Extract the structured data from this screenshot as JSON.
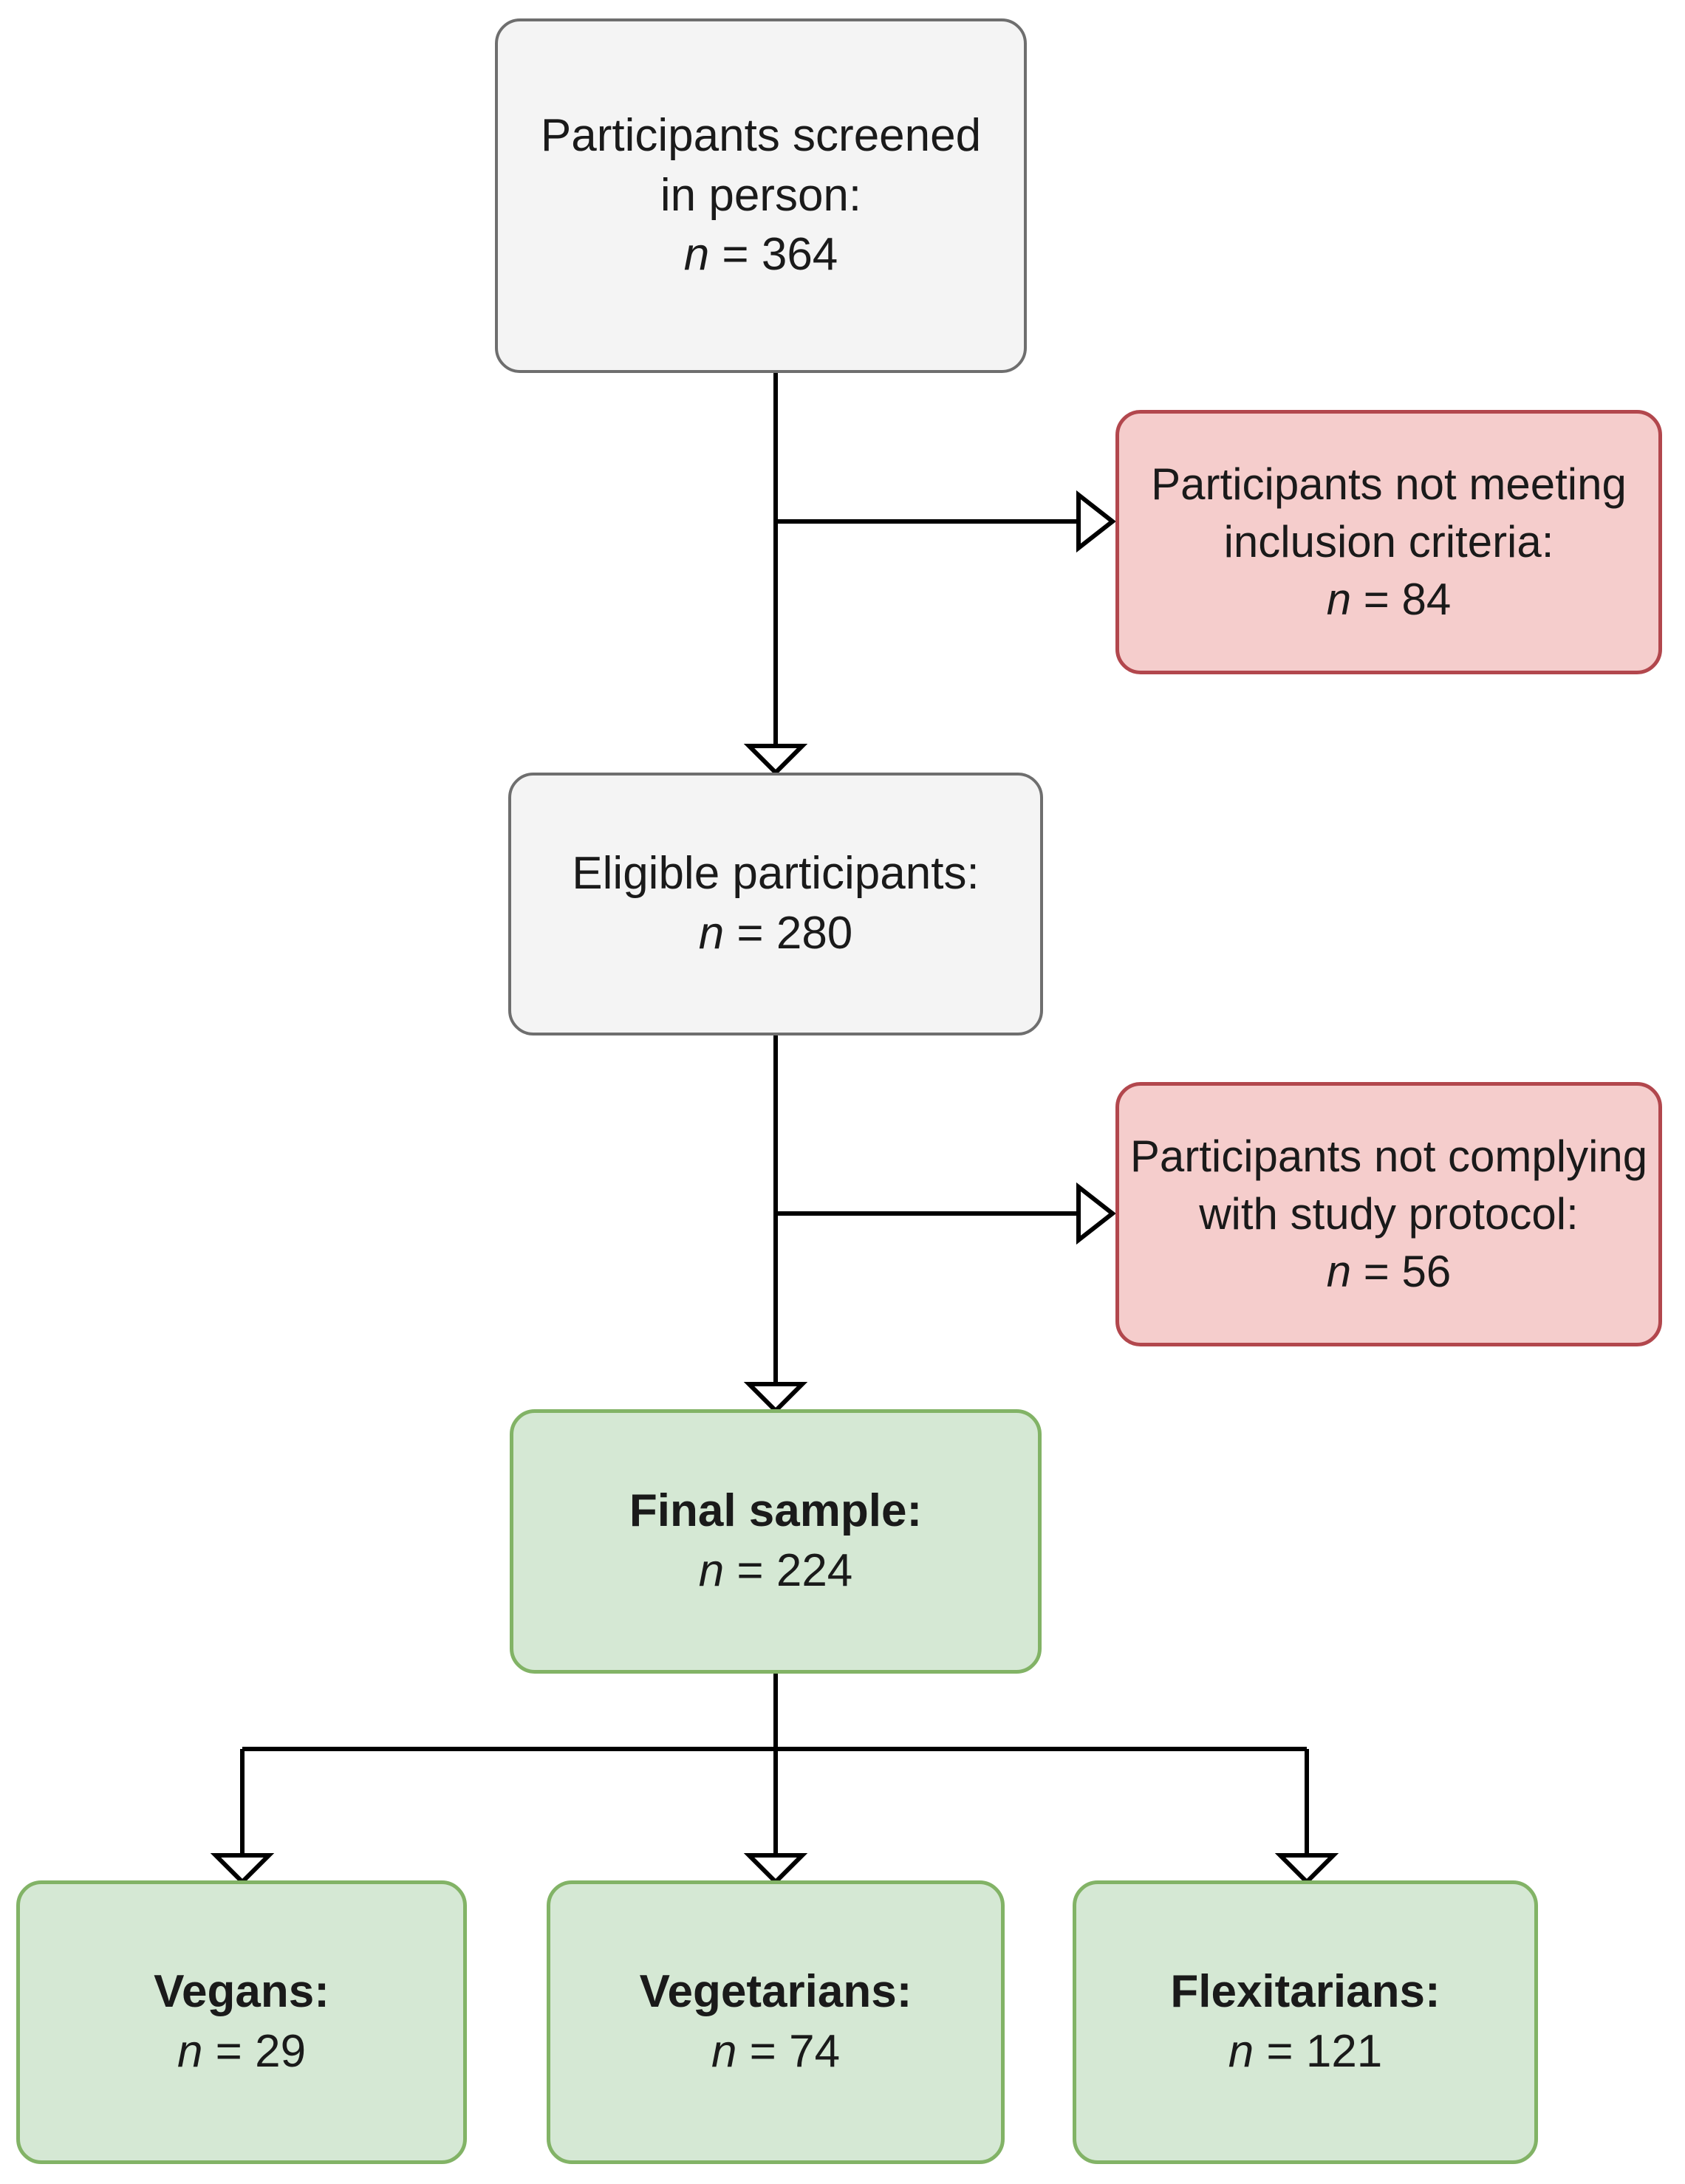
{
  "diagram": {
    "type": "participant-flow-chart",
    "colors": {
      "gray_fill": "#f4f4f4",
      "gray_border": "#6e6e6e",
      "red_fill": "#f5cdcc",
      "red_border": "#b2474d",
      "green_fill": "#d5e8d4",
      "green_border": "#82b366",
      "edge": "#000000",
      "background": "#ffffff"
    },
    "nodes": {
      "screened": {
        "line1": "Participants screened",
        "line2": "in person:",
        "n_symbol": "n",
        "n_equals": " = ",
        "n_value": "364",
        "style": "gray"
      },
      "excluded_inclusion": {
        "line1": "Participants not meeting",
        "line2": "inclusion criteria:",
        "n_symbol": "n",
        "n_equals": " = ",
        "n_value": "84",
        "style": "red"
      },
      "eligible": {
        "line1": "Eligible participants:",
        "n_symbol": "n",
        "n_equals": " = ",
        "n_value": "280",
        "style": "gray"
      },
      "excluded_protocol": {
        "line1": "Participants not complying",
        "line2": "with study protocol:",
        "n_symbol": "n",
        "n_equals": " = ",
        "n_value": "56",
        "style": "red"
      },
      "final_sample": {
        "line1": "Final sample:",
        "n_symbol": "n",
        "n_equals": " = ",
        "n_value": "224",
        "style": "green",
        "bold_title": true
      },
      "vegans": {
        "line1": "Vegans:",
        "n_symbol": "n",
        "n_equals": " = ",
        "n_value": "29",
        "style": "green",
        "bold_title": true
      },
      "vegetarians": {
        "line1": "Vegetarians:",
        "n_symbol": "n",
        "n_equals": " = ",
        "n_value": "74",
        "style": "green",
        "bold_title": true
      },
      "flexitarians": {
        "line1": "Flexitarians:",
        "n_symbol": "n",
        "n_equals": " = ",
        "n_value": "121",
        "style": "green",
        "bold_title": true
      }
    },
    "edges": [
      {
        "from": "screened",
        "to": "eligible",
        "kind": "vertical-arrow"
      },
      {
        "from": "screened",
        "to": "excluded_inclusion",
        "kind": "elbow-right-arrow"
      },
      {
        "from": "eligible",
        "to": "final_sample",
        "kind": "vertical-arrow"
      },
      {
        "from": "eligible",
        "to": "excluded_protocol",
        "kind": "elbow-right-arrow"
      },
      {
        "from": "final_sample",
        "to": "vegans",
        "kind": "split-arrow"
      },
      {
        "from": "final_sample",
        "to": "vegetarians",
        "kind": "split-arrow"
      },
      {
        "from": "final_sample",
        "to": "flexitarians",
        "kind": "split-arrow"
      }
    ]
  }
}
